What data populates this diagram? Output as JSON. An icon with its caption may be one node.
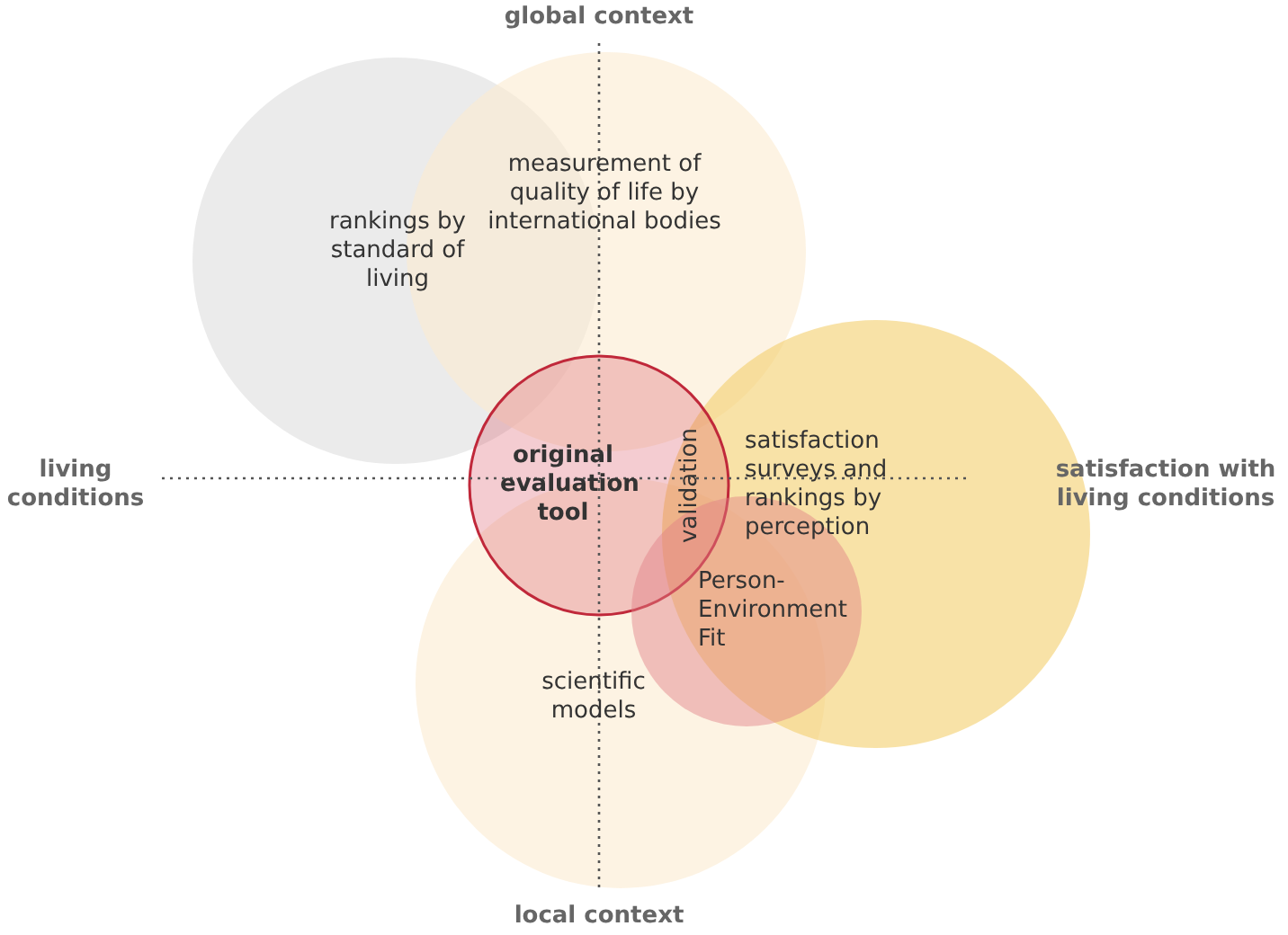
{
  "diagram": {
    "nodes": [
      {
        "text": [
          "rankings by standard of living"
        ]
      },
      {
        "text": [
          "measurement of quality of life by international bodies"
        ]
      },
      {
        "text": [
          "original evaluation tool"
        ]
      },
      {
        "text": [
          "satisfaction surveys and rankings by perception"
        ]
      },
      {
        "text": [
          "Person-Environment Fit"
        ]
      },
      {
        "text": [
          "scientific models"
        ]
      }
    ],
    "edges": [],
    "labels": [
      "global context",
      "living conditions",
      "satisfaction with living conditions",
      "validation",
      "local context"
    ]
  }
}
